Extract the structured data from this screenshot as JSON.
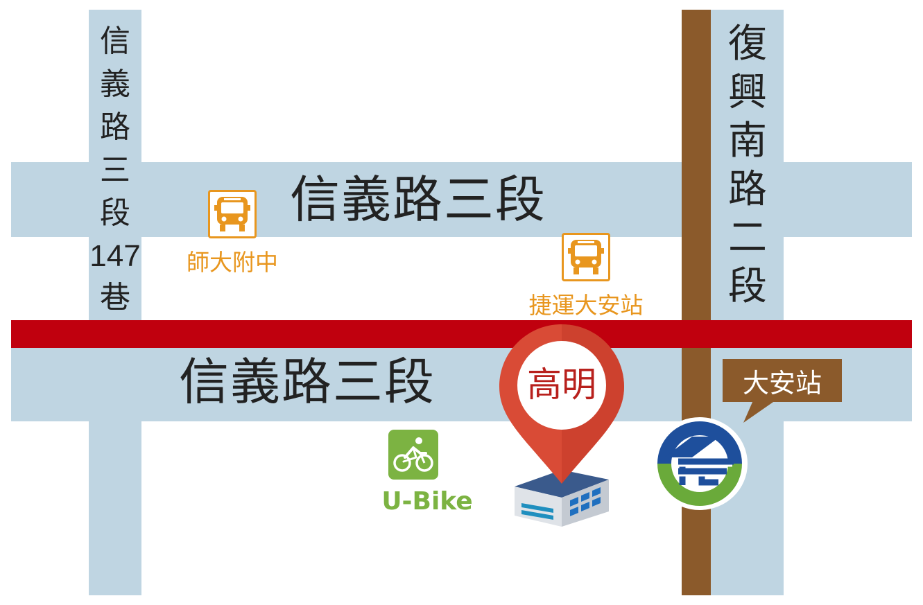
{
  "streets": {
    "alley_left": [
      "信",
      "義",
      "路",
      "三",
      "段",
      "147",
      "巷"
    ],
    "top_road": "信義路三段",
    "bottom_road": "信義路三段",
    "right_road": [
      "復",
      "興",
      "南",
      "路",
      "二",
      "段"
    ]
  },
  "bus_stops": [
    {
      "label": "師大附中",
      "icon": "bus-icon"
    },
    {
      "label": "捷運大安站",
      "icon": "bus-icon"
    }
  ],
  "marker": {
    "label": "高明",
    "icon": "location-pin-icon",
    "building_icon": "office-building-icon"
  },
  "ubike": {
    "label": "U-Bike",
    "icon": "bicycle-icon"
  },
  "metro": {
    "station_label": "大安站",
    "icon": "taipei-metro-logo-icon"
  },
  "colors": {
    "road": "#bfd5e2",
    "red_line": "#c0000e",
    "brown_line": "#8b5a2b",
    "bus_orange": "#e8961e",
    "marker_red": "#d94b36",
    "ubike_green": "#7cb342",
    "metro_blue": "#1e4f9c",
    "metro_green": "#6aaa3a"
  }
}
